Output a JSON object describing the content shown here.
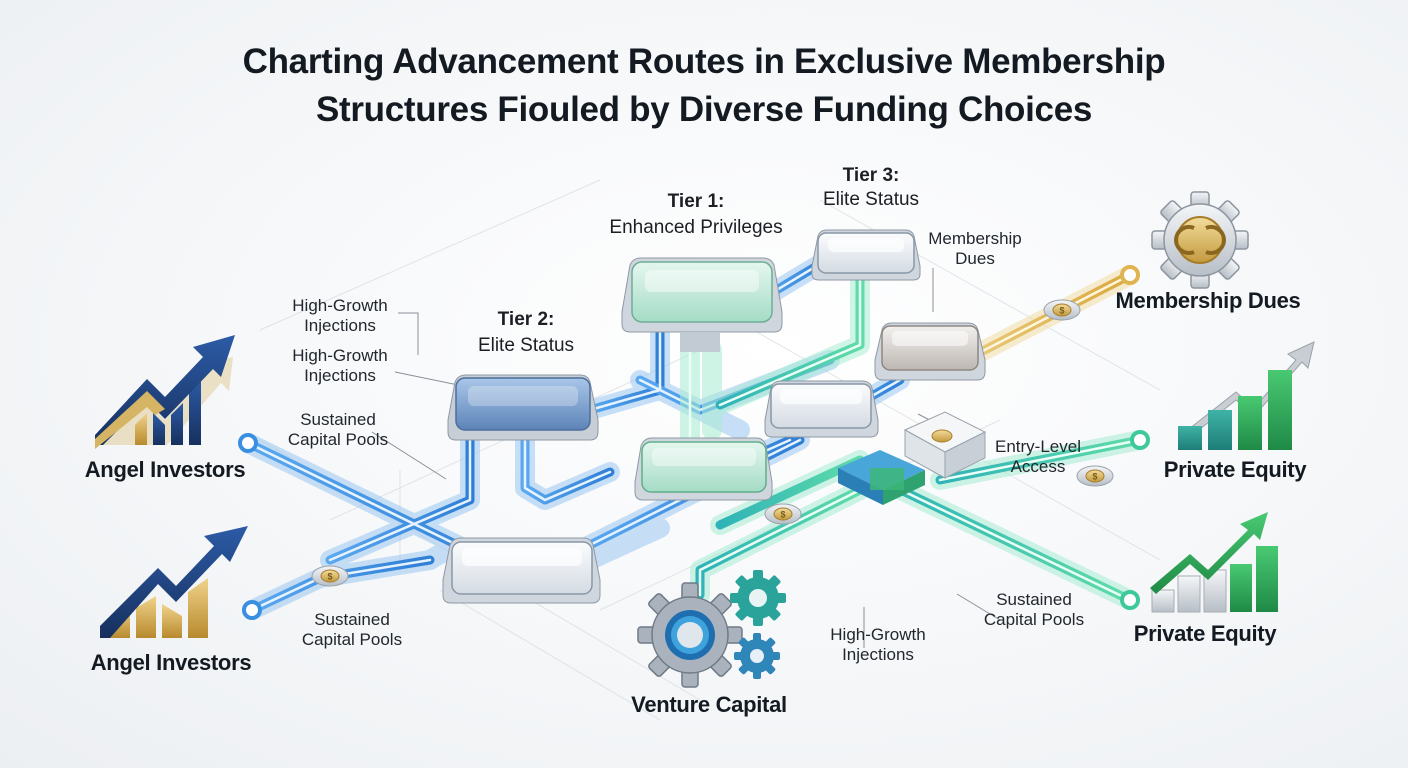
{
  "title": {
    "line1": "Charting Advancement Routes in Exclusive Membership",
    "line2": "Structures Fiouled by Diverse Funding Choices"
  },
  "tiers": {
    "tier1": {
      "heading": "Tier 1:",
      "label": "Enhanced Privileges"
    },
    "tier2": {
      "heading": "Tier 2:",
      "label": "Elite Status"
    },
    "tier3": {
      "heading": "Tier 3:",
      "label": "Elite Status"
    }
  },
  "annotations": {
    "high_growth_a": {
      "line1": "High-Growth",
      "line2": "Injections"
    },
    "high_growth_b": {
      "line1": "High-Growth",
      "line2": "Injections"
    },
    "sustained_top": {
      "line1": "Sustained",
      "line2": "Capital Pools"
    },
    "sustained_bottom": {
      "line1": "Sustained",
      "line2": "Capital Pools"
    },
    "membership_dues_small": {
      "line1": "Membership",
      "line2": "Dues"
    },
    "entry_level": {
      "line1": "Entry-Level",
      "line2": "Access"
    },
    "sustained_right": {
      "line1": "Sustained",
      "line2": "Capital Pools"
    },
    "high_growth_c": {
      "line1": "High-Growth",
      "line2": "Injections"
    }
  },
  "sources": {
    "angel_top": "Angel Investors",
    "angel_bottom": "Angel Investors",
    "venture_capital": "Venture Capital",
    "membership_dues": "Membership Dues",
    "private_equity_top": "Private Equity",
    "private_equity_bottom": "Private Equity"
  },
  "icons": {
    "angel": "growth-arrow-bar-icon",
    "venture": "gears-icon",
    "dues": "gear-coin-icon",
    "equity": "growth-bar-chart-icon",
    "coin": "dollar-coin-icon"
  },
  "colors": {
    "blue_pipe": "#3a8fe0",
    "green_pipe": "#3ec99a",
    "gold_pipe": "#e0b450",
    "navy": "#1f3f7a",
    "gold": "#c9a24a",
    "green_bar": "#2fa855"
  }
}
